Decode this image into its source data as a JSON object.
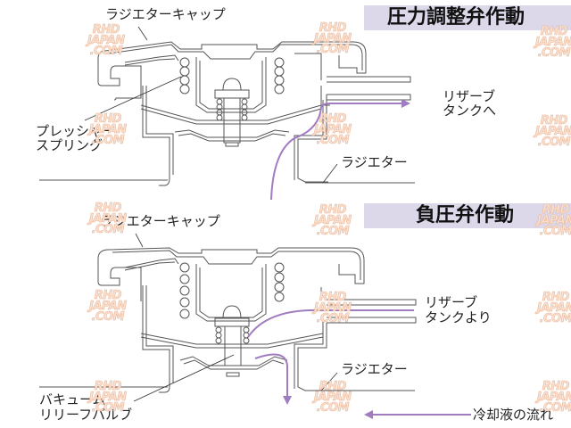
{
  "top_section": {
    "title": "圧力調整弁作動",
    "labels": {
      "radiator_cap": "ラジエターキャップ",
      "pressure_spring_line1": "プレッシャー",
      "pressure_spring_line2": "スプリング",
      "reserve_tank_line1": "リザーブ",
      "reserve_tank_line2": "タンクへ",
      "radiator": "ラジエター"
    }
  },
  "bottom_section": {
    "title": "負圧弁作動",
    "labels": {
      "radiator_cap": "ラジエターキャップ",
      "reserve_tank_line1": "リザーブ",
      "reserve_tank_line2": "タンクより",
      "radiator": "ラジエター",
      "vacuum_valve_line1": "バキューム",
      "vacuum_valve_line2": "リリーフバルブ"
    }
  },
  "legend": {
    "coolant_flow": "冷却液の流れ"
  },
  "watermark": {
    "line1": "RHD",
    "line2": "JAPAN",
    "line3": ".COM"
  },
  "colors": {
    "title_band": "#dcd8ea",
    "flow_arrow": "#a07cc0",
    "line": "#555555"
  }
}
